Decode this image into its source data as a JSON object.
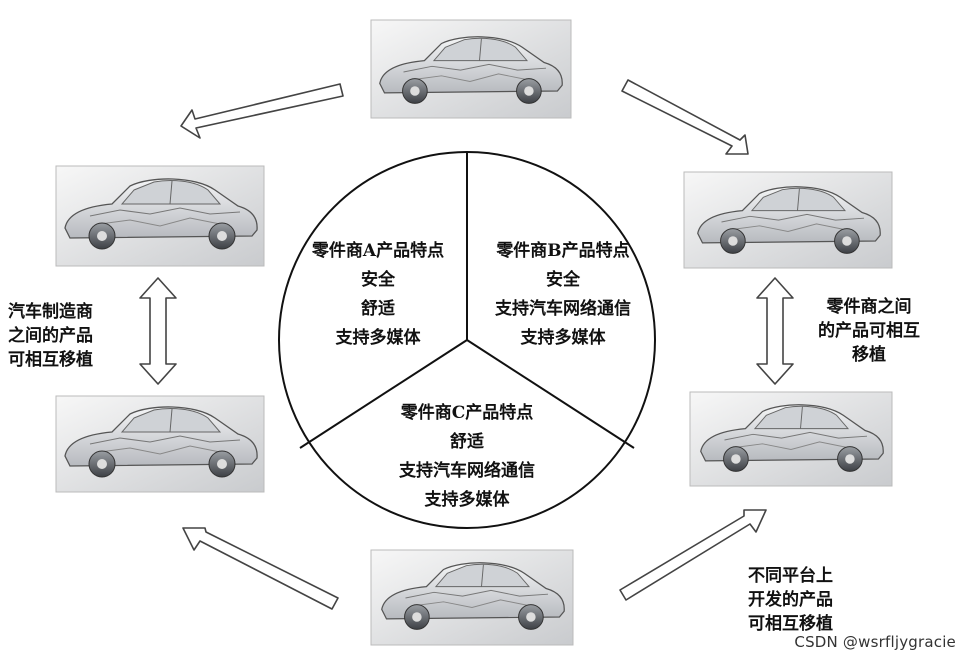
{
  "center_pie": {
    "segment_a": {
      "lines": [
        "零件商A产品特点",
        "安全",
        "舒适",
        "支持多媒体"
      ]
    },
    "segment_b": {
      "lines": [
        "零件商B产品特点",
        "安全",
        "支持汽车网络通信",
        "支持多媒体"
      ]
    },
    "segment_c": {
      "lines": [
        "零件商C产品特点",
        "舒适",
        "支持汽车网络通信",
        "支持多媒体"
      ]
    }
  },
  "left_label": {
    "lines": [
      "汽车制造商",
      "之间的产品",
      "可相互移植"
    ]
  },
  "right_label": {
    "lines": [
      "零件商之间",
      "的产品可相互",
      "移植"
    ]
  },
  "bottom_right_label": {
    "lines": [
      "不同平台上",
      "开发的产品",
      "可相互移植"
    ]
  },
  "watermark": "CSDN @wsrfljygracie",
  "icons": [
    "car-cutaway-top",
    "car-cutaway-upper-left",
    "car-cutaway-lower-left",
    "car-cutaway-upper-right",
    "car-cutaway-lower-right",
    "car-cutaway-bottom"
  ]
}
